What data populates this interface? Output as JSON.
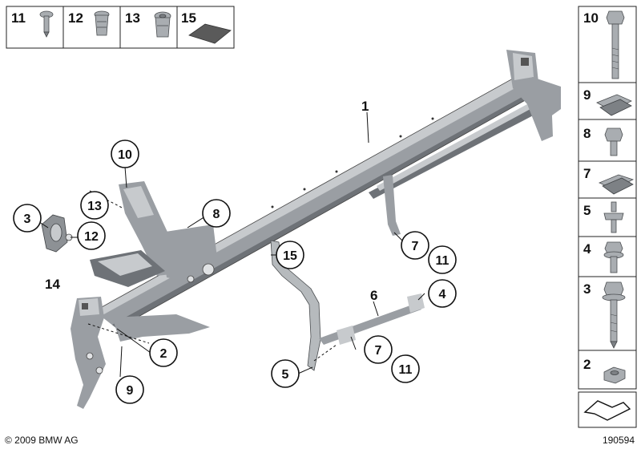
{
  "copyright": "© 2009 BMW AG",
  "diagram_id": "190594",
  "top_legend": [
    {
      "number": "11",
      "icon": "rivet-icon"
    },
    {
      "number": "12",
      "icon": "blind-rivet-nut-icon"
    },
    {
      "number": "13",
      "icon": "expanding-nut-icon"
    },
    {
      "number": "15",
      "icon": "felt-pad-icon"
    }
  ],
  "side_legend": [
    {
      "number": "10",
      "icon": "long-hex-bolt-icon"
    },
    {
      "number": "9",
      "icon": "spring-clip-icon"
    },
    {
      "number": "8",
      "icon": "hex-bolt-icon"
    },
    {
      "number": "7",
      "icon": "clip-nut-icon"
    },
    {
      "number": "5",
      "icon": "stud-bolt-icon"
    },
    {
      "number": "4",
      "icon": "flange-bolt-icon"
    },
    {
      "number": "3",
      "icon": "self-tapping-screw-icon"
    },
    {
      "number": "2",
      "icon": "hex-nut-icon"
    }
  ],
  "callouts": [
    {
      "number": "1",
      "style": "plain"
    },
    {
      "number": "10",
      "style": "circle"
    },
    {
      "number": "13",
      "style": "circle"
    },
    {
      "number": "8",
      "style": "circle"
    },
    {
      "number": "3",
      "style": "circle"
    },
    {
      "number": "12",
      "style": "circle"
    },
    {
      "number": "14",
      "style": "plain"
    },
    {
      "number": "15",
      "style": "circle"
    },
    {
      "number": "7",
      "style": "circle"
    },
    {
      "number": "11",
      "style": "circle"
    },
    {
      "number": "6",
      "style": "plain"
    },
    {
      "number": "4",
      "style": "circle"
    },
    {
      "number": "2",
      "style": "circle"
    },
    {
      "number": "9",
      "style": "circle"
    },
    {
      "number": "7",
      "style": "circle"
    },
    {
      "number": "11",
      "style": "circle"
    },
    {
      "number": "5",
      "style": "circle"
    }
  ],
  "colors": {
    "line": "#111111",
    "part_light": "#c7cacd",
    "part_mid": "#9a9ea3",
    "part_dark": "#6e7277",
    "pad": "#5a5a5a"
  }
}
